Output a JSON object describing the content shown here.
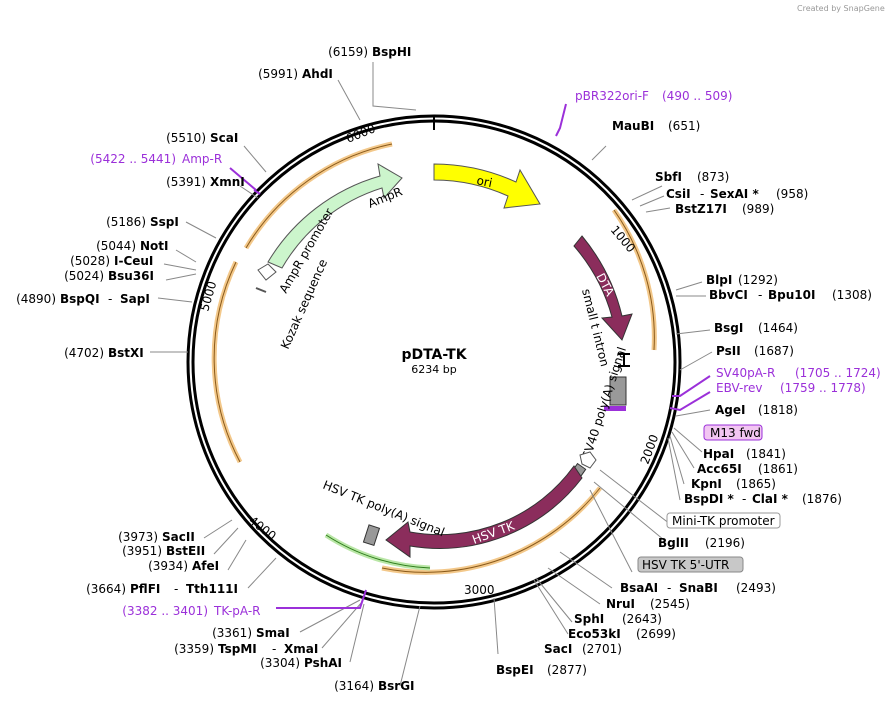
{
  "watermark": "Created by SnapGene",
  "plasmid": {
    "name": "pDTA-TK",
    "length": "6234 bp"
  },
  "ticks": [
    "1000",
    "2000",
    "3000",
    "4000",
    "5000",
    "6000"
  ],
  "features": {
    "ori": "ori",
    "dta": "DTA",
    "small_t": "small t intron",
    "sv40_signal": "SV40 poly(A) signal",
    "hsv_tk": "HSV TK",
    "tk_polya": "HSV TK poly(A) signal",
    "ampr": "AmpR",
    "ampr_promoter": "AmpR promoter",
    "kozak": "Kozak sequence",
    "mini_tk": "Mini-TK promoter",
    "tk_utr": "HSV TK 5'-UTR",
    "m13": "M13 fwd"
  },
  "sites": [
    {
      "pos": "(6159)",
      "name": "BspHI"
    },
    {
      "pos": "(5991)",
      "name": "AhdI"
    },
    {
      "pos": "(5510)",
      "name": "ScaI"
    },
    {
      "pos": "(5391)",
      "name": "XmnI"
    },
    {
      "pos": "(5186)",
      "name": "SspI"
    },
    {
      "pos": "(5044)",
      "name": "NotI"
    },
    {
      "pos": "(5028)",
      "name": "I-CeuI"
    },
    {
      "pos": "(5024)",
      "name": "Bsu36I"
    },
    {
      "pos": "(4890)",
      "name": "BspQI",
      "name2": "SapI"
    },
    {
      "pos": "(4702)",
      "name": "BstXI"
    },
    {
      "pos": "(3973)",
      "name": "SacII"
    },
    {
      "pos": "(3951)",
      "name": "BstEII"
    },
    {
      "pos": "(3934)",
      "name": "AfeI"
    },
    {
      "pos": "(3664)",
      "name": "PflFI",
      "name2": "Tth111I"
    },
    {
      "pos": "(3361)",
      "name": "SmaI"
    },
    {
      "pos": "(3359)",
      "name": "TspMI",
      "name2": "XmaI"
    },
    {
      "pos": "(3304)",
      "name": "PshAI"
    },
    {
      "pos": "(3164)",
      "name": "BsrGI"
    },
    {
      "pos": "(651)",
      "name": "MauBI"
    },
    {
      "pos": "(873)",
      "name": "SbfI"
    },
    {
      "pos": "(958)",
      "name": "CsiI",
      "name2": "SexAI *"
    },
    {
      "pos": "(989)",
      "name": "BstZ17I"
    },
    {
      "pos": "(1292)",
      "name": "BlpI"
    },
    {
      "pos": "(1308)",
      "name": "BbvCI",
      "name2": "Bpu10I"
    },
    {
      "pos": "(1464)",
      "name": "BsgI"
    },
    {
      "pos": "(1687)",
      "name": "PsII"
    },
    {
      "pos": "(1818)",
      "name": "AgeI"
    },
    {
      "pos": "(1841)",
      "name": "HpaI"
    },
    {
      "pos": "(1861)",
      "name": "Acc65I"
    },
    {
      "pos": "(1865)",
      "name": "KpnI"
    },
    {
      "pos": "(1876)",
      "name": "BspDI *",
      "name2": "ClaI *"
    },
    {
      "pos": "(2196)",
      "name": "BglII"
    },
    {
      "pos": "(2493)",
      "name": "BsaAI",
      "name2": "SnaBI"
    },
    {
      "pos": "(2545)",
      "name": "NruI"
    },
    {
      "pos": "(2643)",
      "name": "SphI"
    },
    {
      "pos": "(2699)",
      "name": "Eco53kI"
    },
    {
      "pos": "(2701)",
      "name": "SacI"
    },
    {
      "pos": "(2877)",
      "name": "BspEI"
    }
  ],
  "primers": [
    {
      "name": "pBR322ori-F",
      "range": "(490 .. 509)"
    },
    {
      "name": "Amp-R",
      "range": "(5422 .. 5441)"
    },
    {
      "name": "SV40pA-R",
      "range": "(1705 .. 1724)"
    },
    {
      "name": "EBV-rev",
      "range": "(1759 .. 1778)"
    },
    {
      "name": "TK-pA-R",
      "range": "(3382 .. 3401)"
    }
  ],
  "colors": {
    "ori": "#ffff00",
    "dta": "#8b2d5c",
    "hsv_tk": "#8b2d5c",
    "ampr": "#ccf5cc",
    "primer": "#9b30d9",
    "orf_fill": "#f3c88a",
    "tk_polya_arc": "#5cb85c"
  }
}
